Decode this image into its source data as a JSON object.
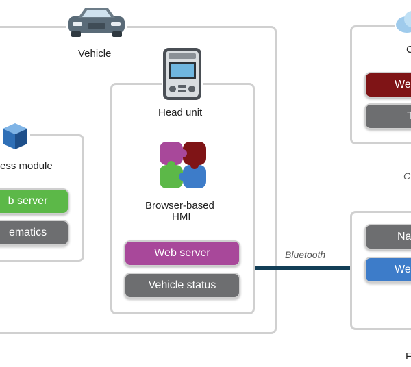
{
  "vehicle": {
    "label": "Vehicle"
  },
  "head_unit": {
    "label": "Head unit",
    "hmi_label_line1": "Browser-based",
    "hmi_label_line2": "HMI",
    "web_server": "Web server",
    "vehicle_status": "Vehicle status"
  },
  "wireless_module": {
    "label": "ess module",
    "web_server": "b server",
    "telematics": "ematics"
  },
  "cloud_box": {
    "label": "C",
    "item1": "We",
    "item2": "T"
  },
  "phone_box": {
    "item1": "Na",
    "item2": "We"
  },
  "connections": {
    "bluetooth": "Bluetooth",
    "right_side_label": "C"
  },
  "bottom_right_label": "F",
  "colors": {
    "green": "#5cb848",
    "gray": "#6d6e70",
    "magenta": "#a8489a",
    "dark_red": "#7f1416",
    "blue": "#3d7cc9",
    "link": "#123e56",
    "frame": "#d0d0d0"
  },
  "icons": [
    "car-icon",
    "head-unit-icon",
    "puzzle-icon",
    "module-cube-icon",
    "cloud-icon"
  ]
}
